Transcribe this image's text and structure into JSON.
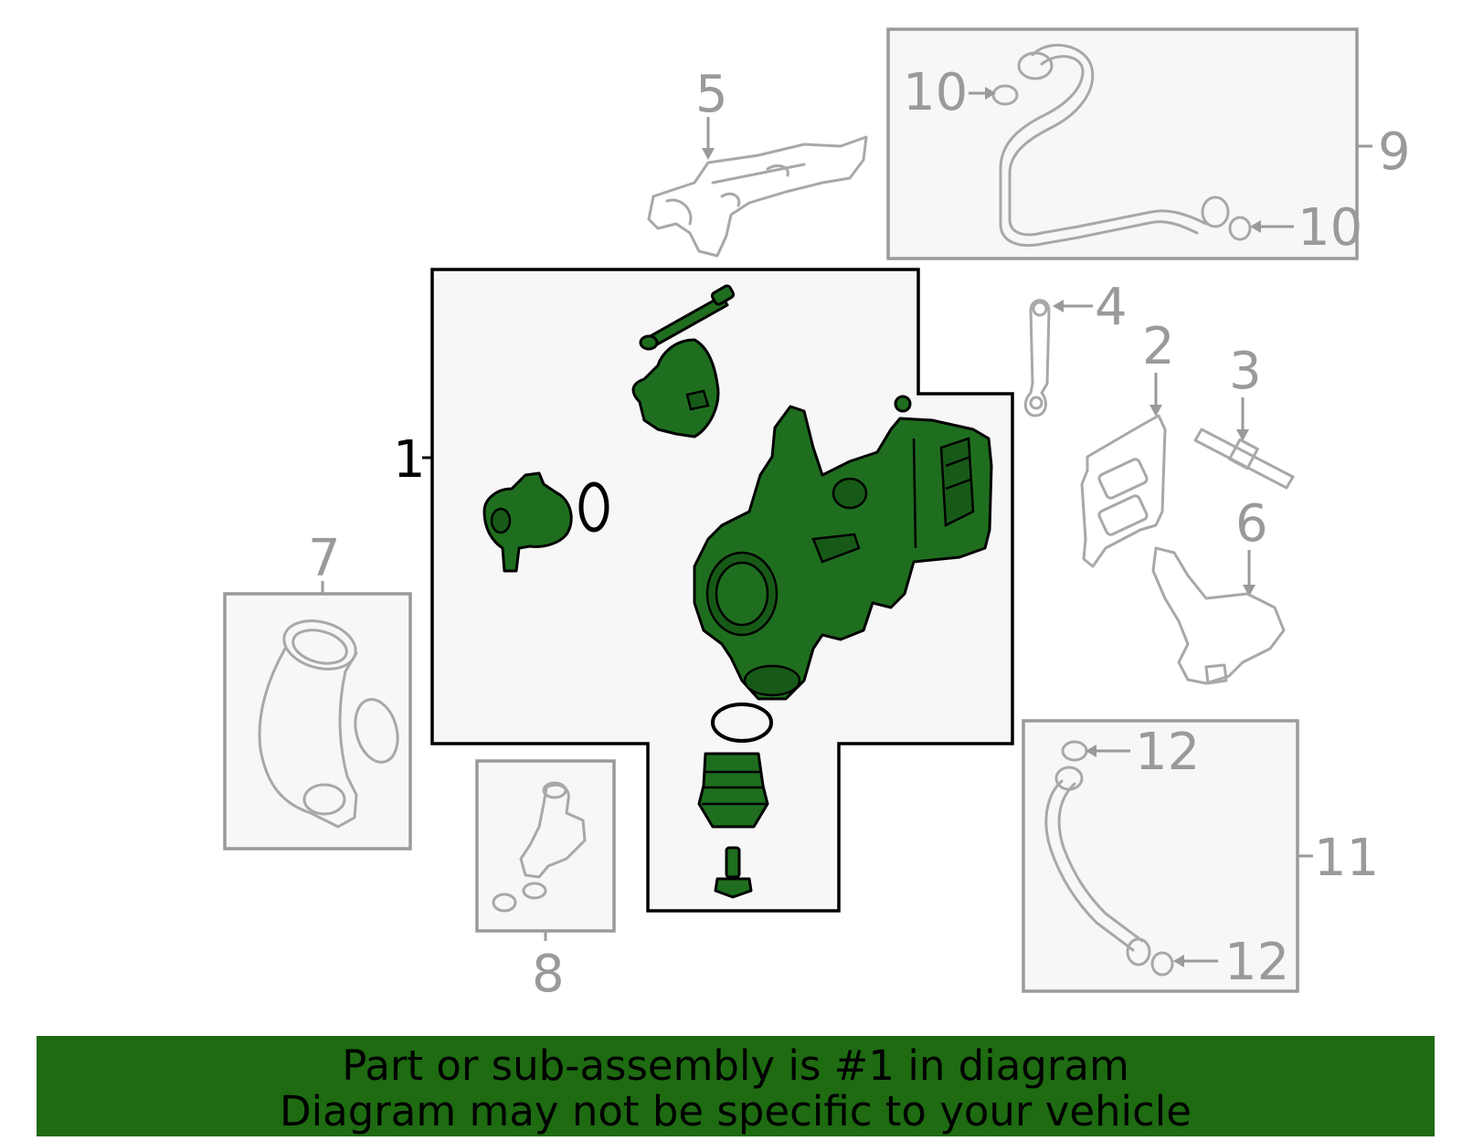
{
  "callouts": {
    "c1": "1",
    "c2": "2",
    "c3": "3",
    "c4": "4",
    "c5": "5",
    "c6": "6",
    "c7": "7",
    "c8": "8",
    "c9": "9",
    "c10a": "10",
    "c10b": "10",
    "c11": "11",
    "c12a": "12",
    "c12b": "12"
  },
  "banner": {
    "line1": "Part or sub-assembly is #1 in diagram",
    "line2": "Diagram may not be specific to your vehicle"
  },
  "colors": {
    "highlight_part": "#1f6e1f",
    "banner_background": "#1e6b12",
    "outline_gray": "#a8a8a8",
    "box_fill": "#f7f7f7"
  }
}
